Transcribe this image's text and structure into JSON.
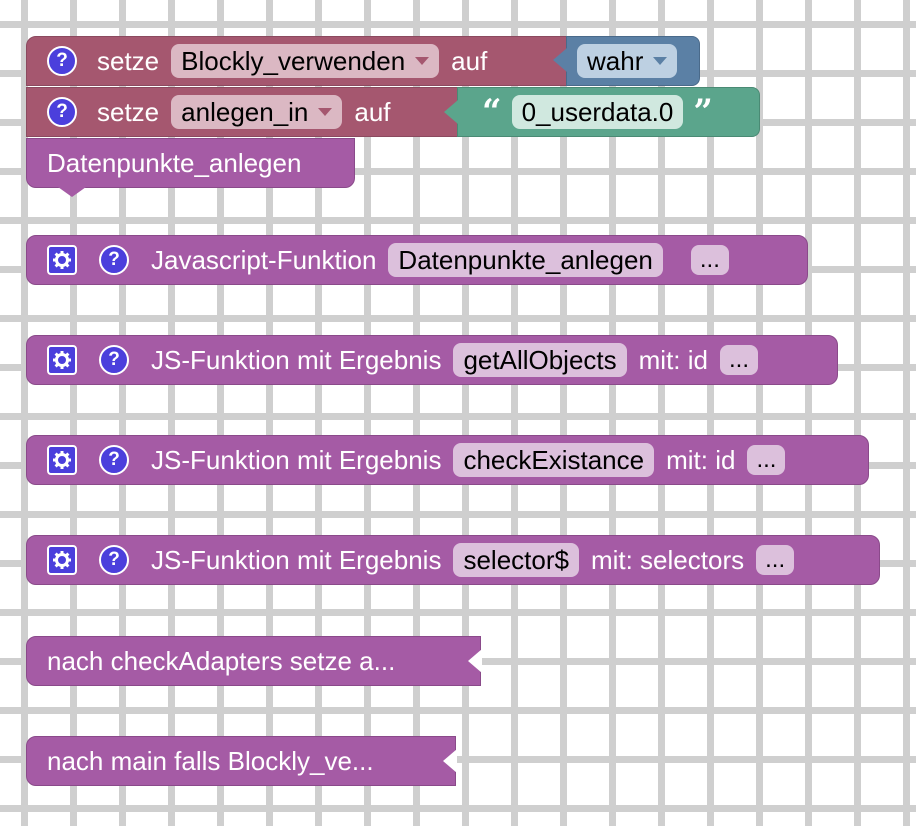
{
  "blocks": {
    "set1": {
      "keyword": "setze",
      "variable": "Blockly_verwenden",
      "to": "auf",
      "value": "wahr"
    },
    "set2": {
      "keyword": "setze",
      "variable": "anlegen_in",
      "to": "auf",
      "value": "0_userdata.0",
      "open_quote": "“",
      "close_quote": "”"
    },
    "call1": {
      "label": "Datenpunkte_anlegen"
    },
    "func1": {
      "label": "Javascript-Funktion",
      "name": "Datenpunkte_anlegen",
      "more": "..."
    },
    "func2": {
      "label": "JS-Funktion mit Ergebnis",
      "name": "getAllObjects",
      "params": "mit: id",
      "more": "..."
    },
    "func3": {
      "label": "JS-Funktion mit Ergebnis",
      "name": "checkExistance",
      "params": "mit: id",
      "more": "..."
    },
    "func4": {
      "label": "JS-Funktion mit Ergebnis",
      "name": "selector$",
      "params": "mit: selectors",
      "more": "..."
    },
    "collapsed1": {
      "label": "nach checkAdapters  setze a..."
    },
    "collapsed2": {
      "label": "nach main  falls Blockly_ve..."
    }
  },
  "icons": {
    "help": "?",
    "help_icon": "help-circle-icon",
    "gear_icon": "gear-icon"
  },
  "colors": {
    "procedure": "#a55ba5",
    "variable": "#a5576f",
    "logic": "#5b80a5",
    "text": "#5ba58c",
    "icon": "#4b3fdc"
  }
}
